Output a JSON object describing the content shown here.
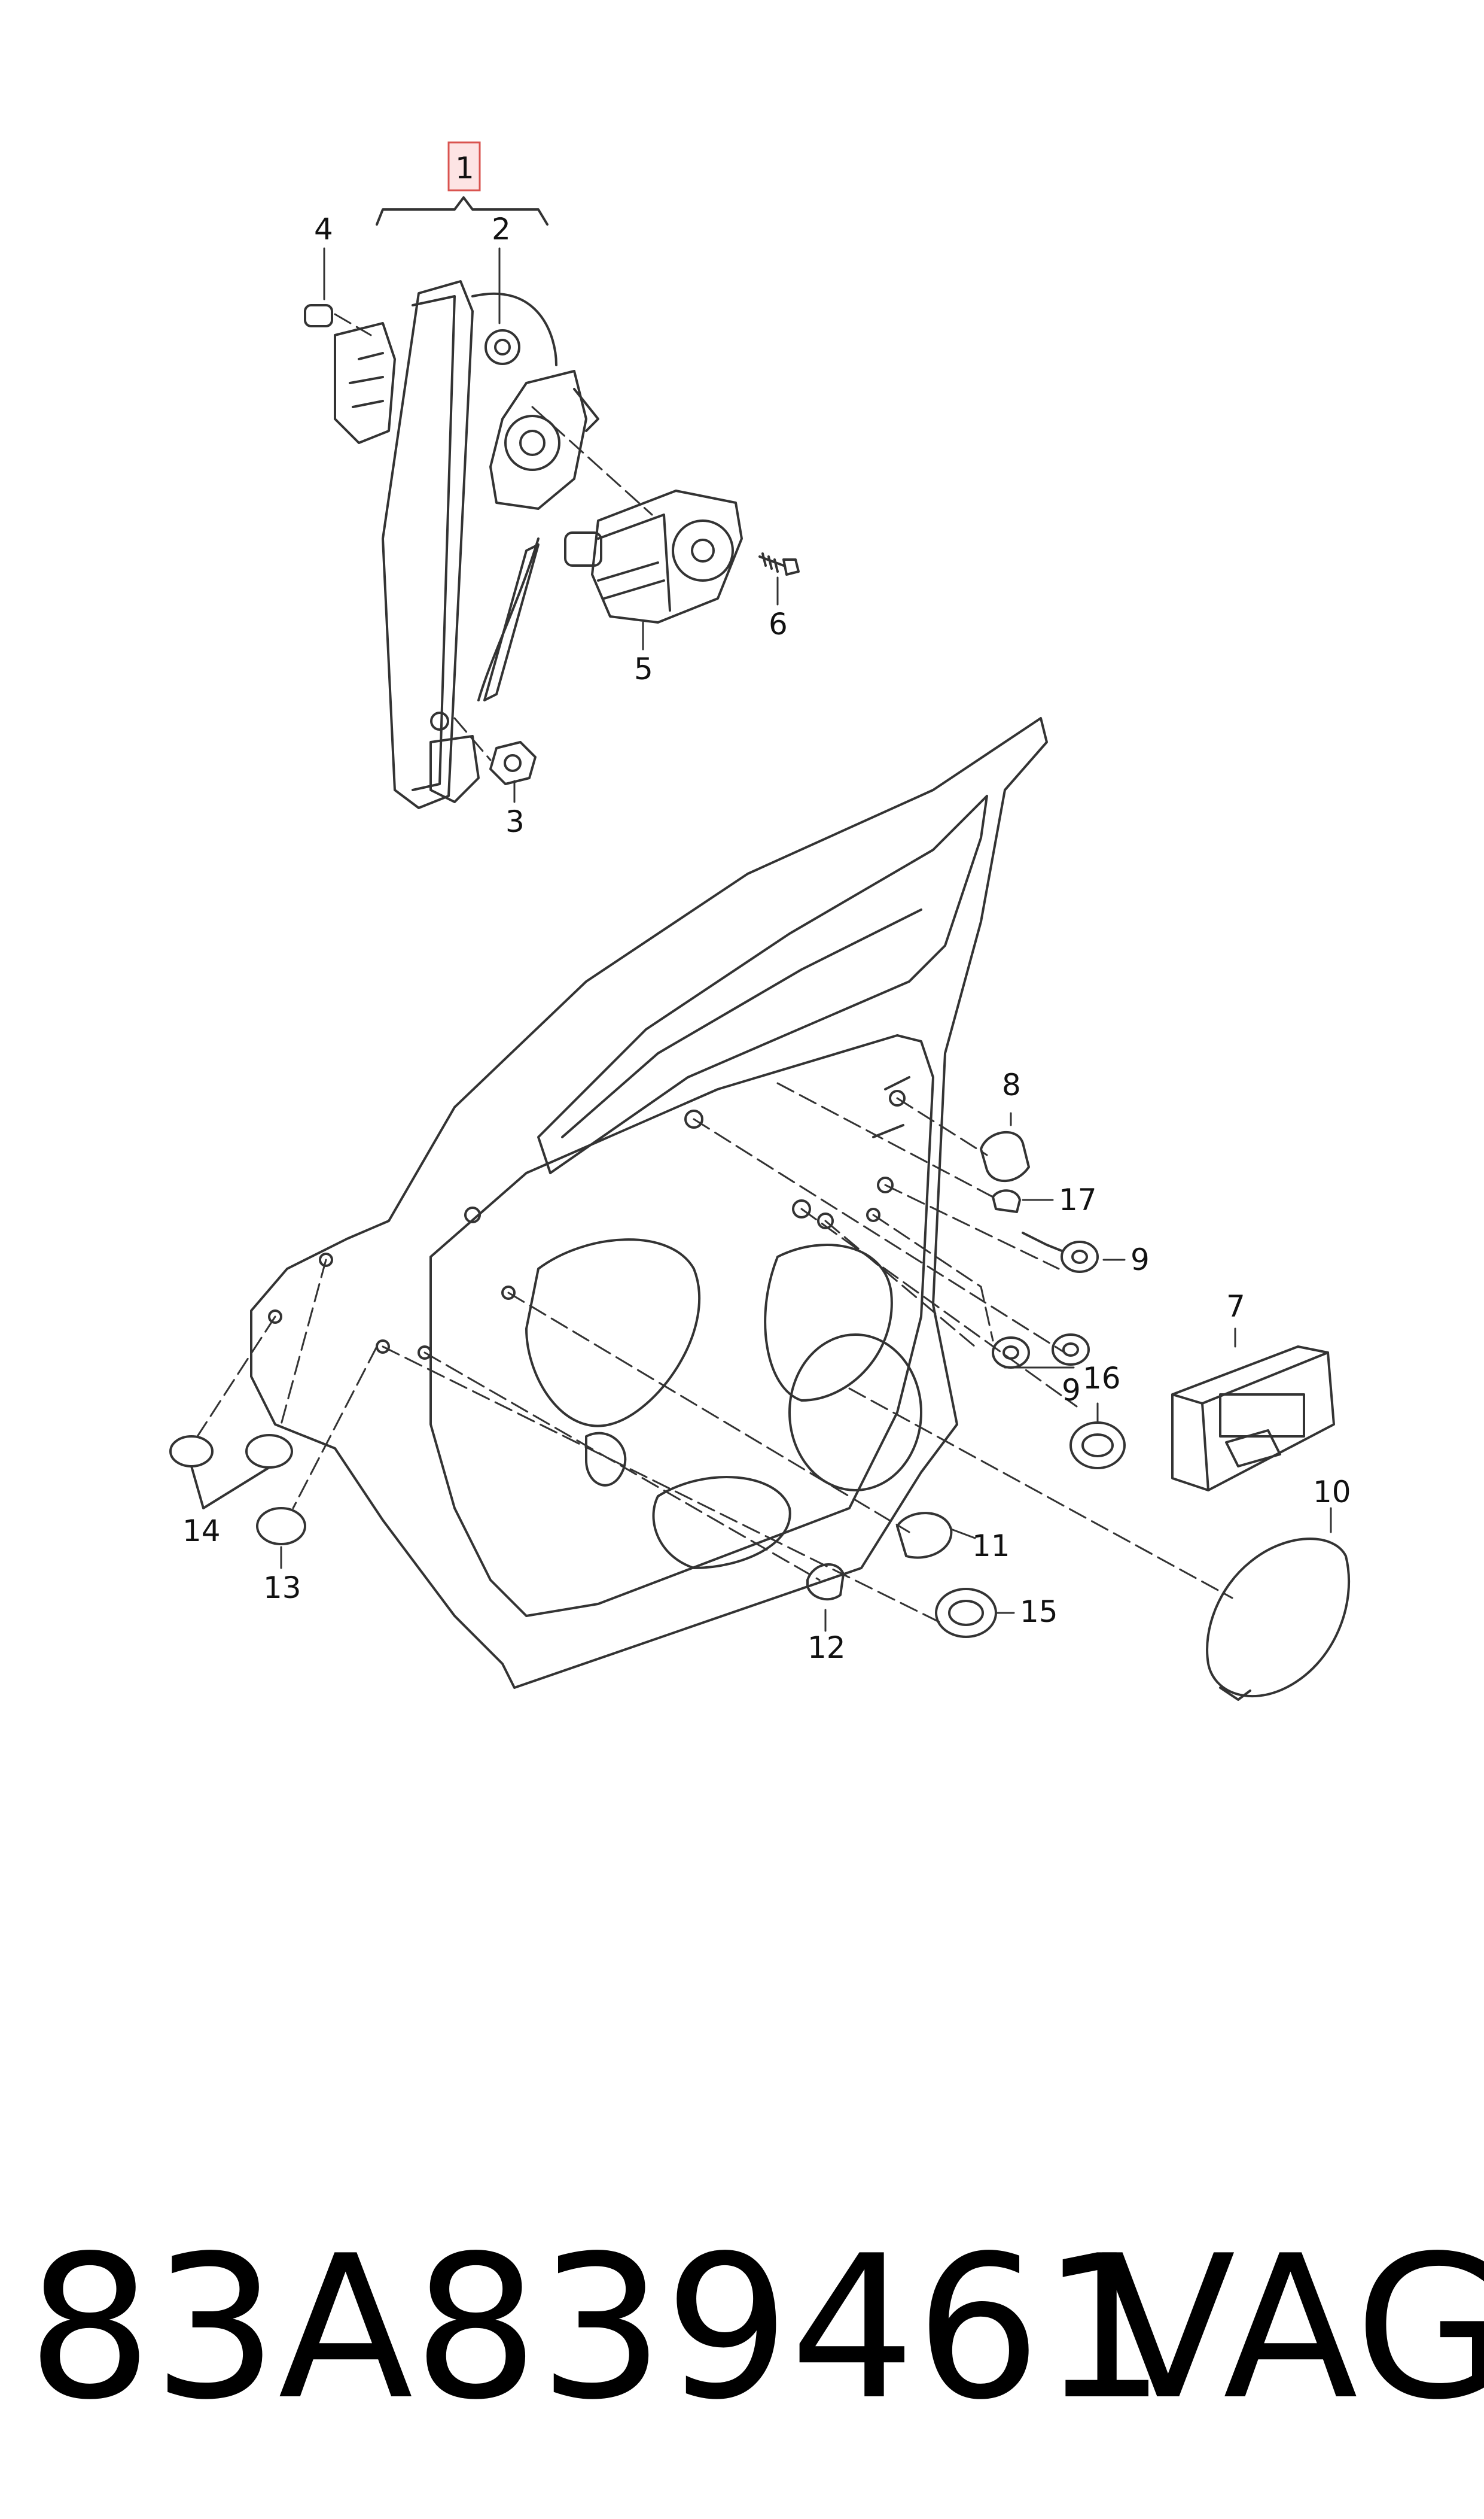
{
  "colors": {
    "line": "#333333",
    "highlight_fill": "#fde4e4",
    "highlight_stroke": "#d9534f",
    "text": "#111111"
  },
  "labels": {
    "p1": "1",
    "p2": "2",
    "p3": "3",
    "p4": "4",
    "p5": "5",
    "p6": "6",
    "p7": "7",
    "p8": "8",
    "p9a": "9",
    "p9b": "9",
    "p10": "10",
    "p11": "11",
    "p12": "12",
    "p13": "13",
    "p14": "14",
    "p15": "15",
    "p16": "16",
    "p17": "17"
  },
  "footer": {
    "part_number": "83A839461",
    "brand": "VAG"
  }
}
